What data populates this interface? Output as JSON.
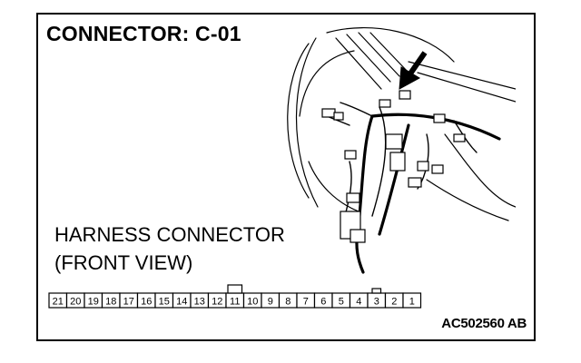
{
  "diagram": {
    "title": "CONNECTOR: C-01",
    "harness_label_line1": "HARNESS CONNECTOR",
    "harness_label_line2": "(FRONT VIEW)",
    "figure_code": "AC502560 AB",
    "connector_pins": [
      "21",
      "20",
      "19",
      "18",
      "17",
      "16",
      "15",
      "14",
      "13",
      "12",
      "11",
      "10",
      "9",
      "8",
      "7",
      "6",
      "5",
      "4",
      "3",
      "2",
      "1"
    ],
    "locking_tab_pin": "11",
    "marker_tab_pin": "3"
  }
}
